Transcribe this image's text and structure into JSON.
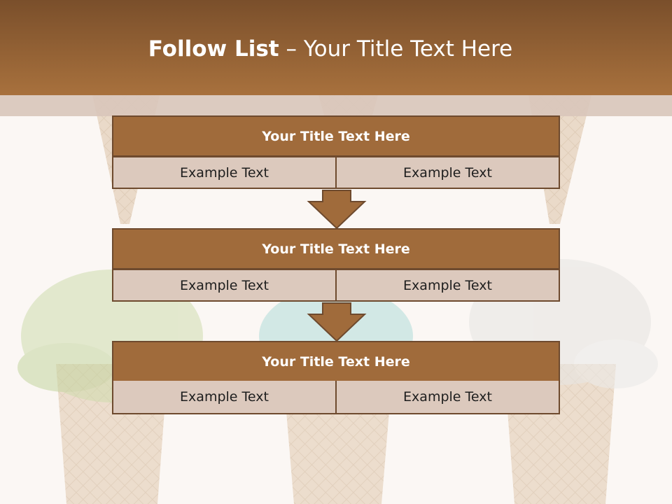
{
  "slide": {
    "title_bold": "Follow List",
    "title_rest": " – Your Title Text Here"
  },
  "blocks": [
    {
      "title": "Your Title Text Here",
      "left_text": "Example Text",
      "right_text": "Example Text"
    },
    {
      "title": "Your Title Text Here",
      "left_text": "Example Text",
      "right_text": "Example Text"
    },
    {
      "title": "Your Title Text Here",
      "left_text": "Example Text",
      "right_text": "Example Text"
    }
  ],
  "colors": {
    "header_dark": "#7a4f2b",
    "header_light": "#a8713d",
    "block_title": "#a06b3b",
    "block_cell": "#dcc9bd",
    "border": "#6e4a2e"
  }
}
